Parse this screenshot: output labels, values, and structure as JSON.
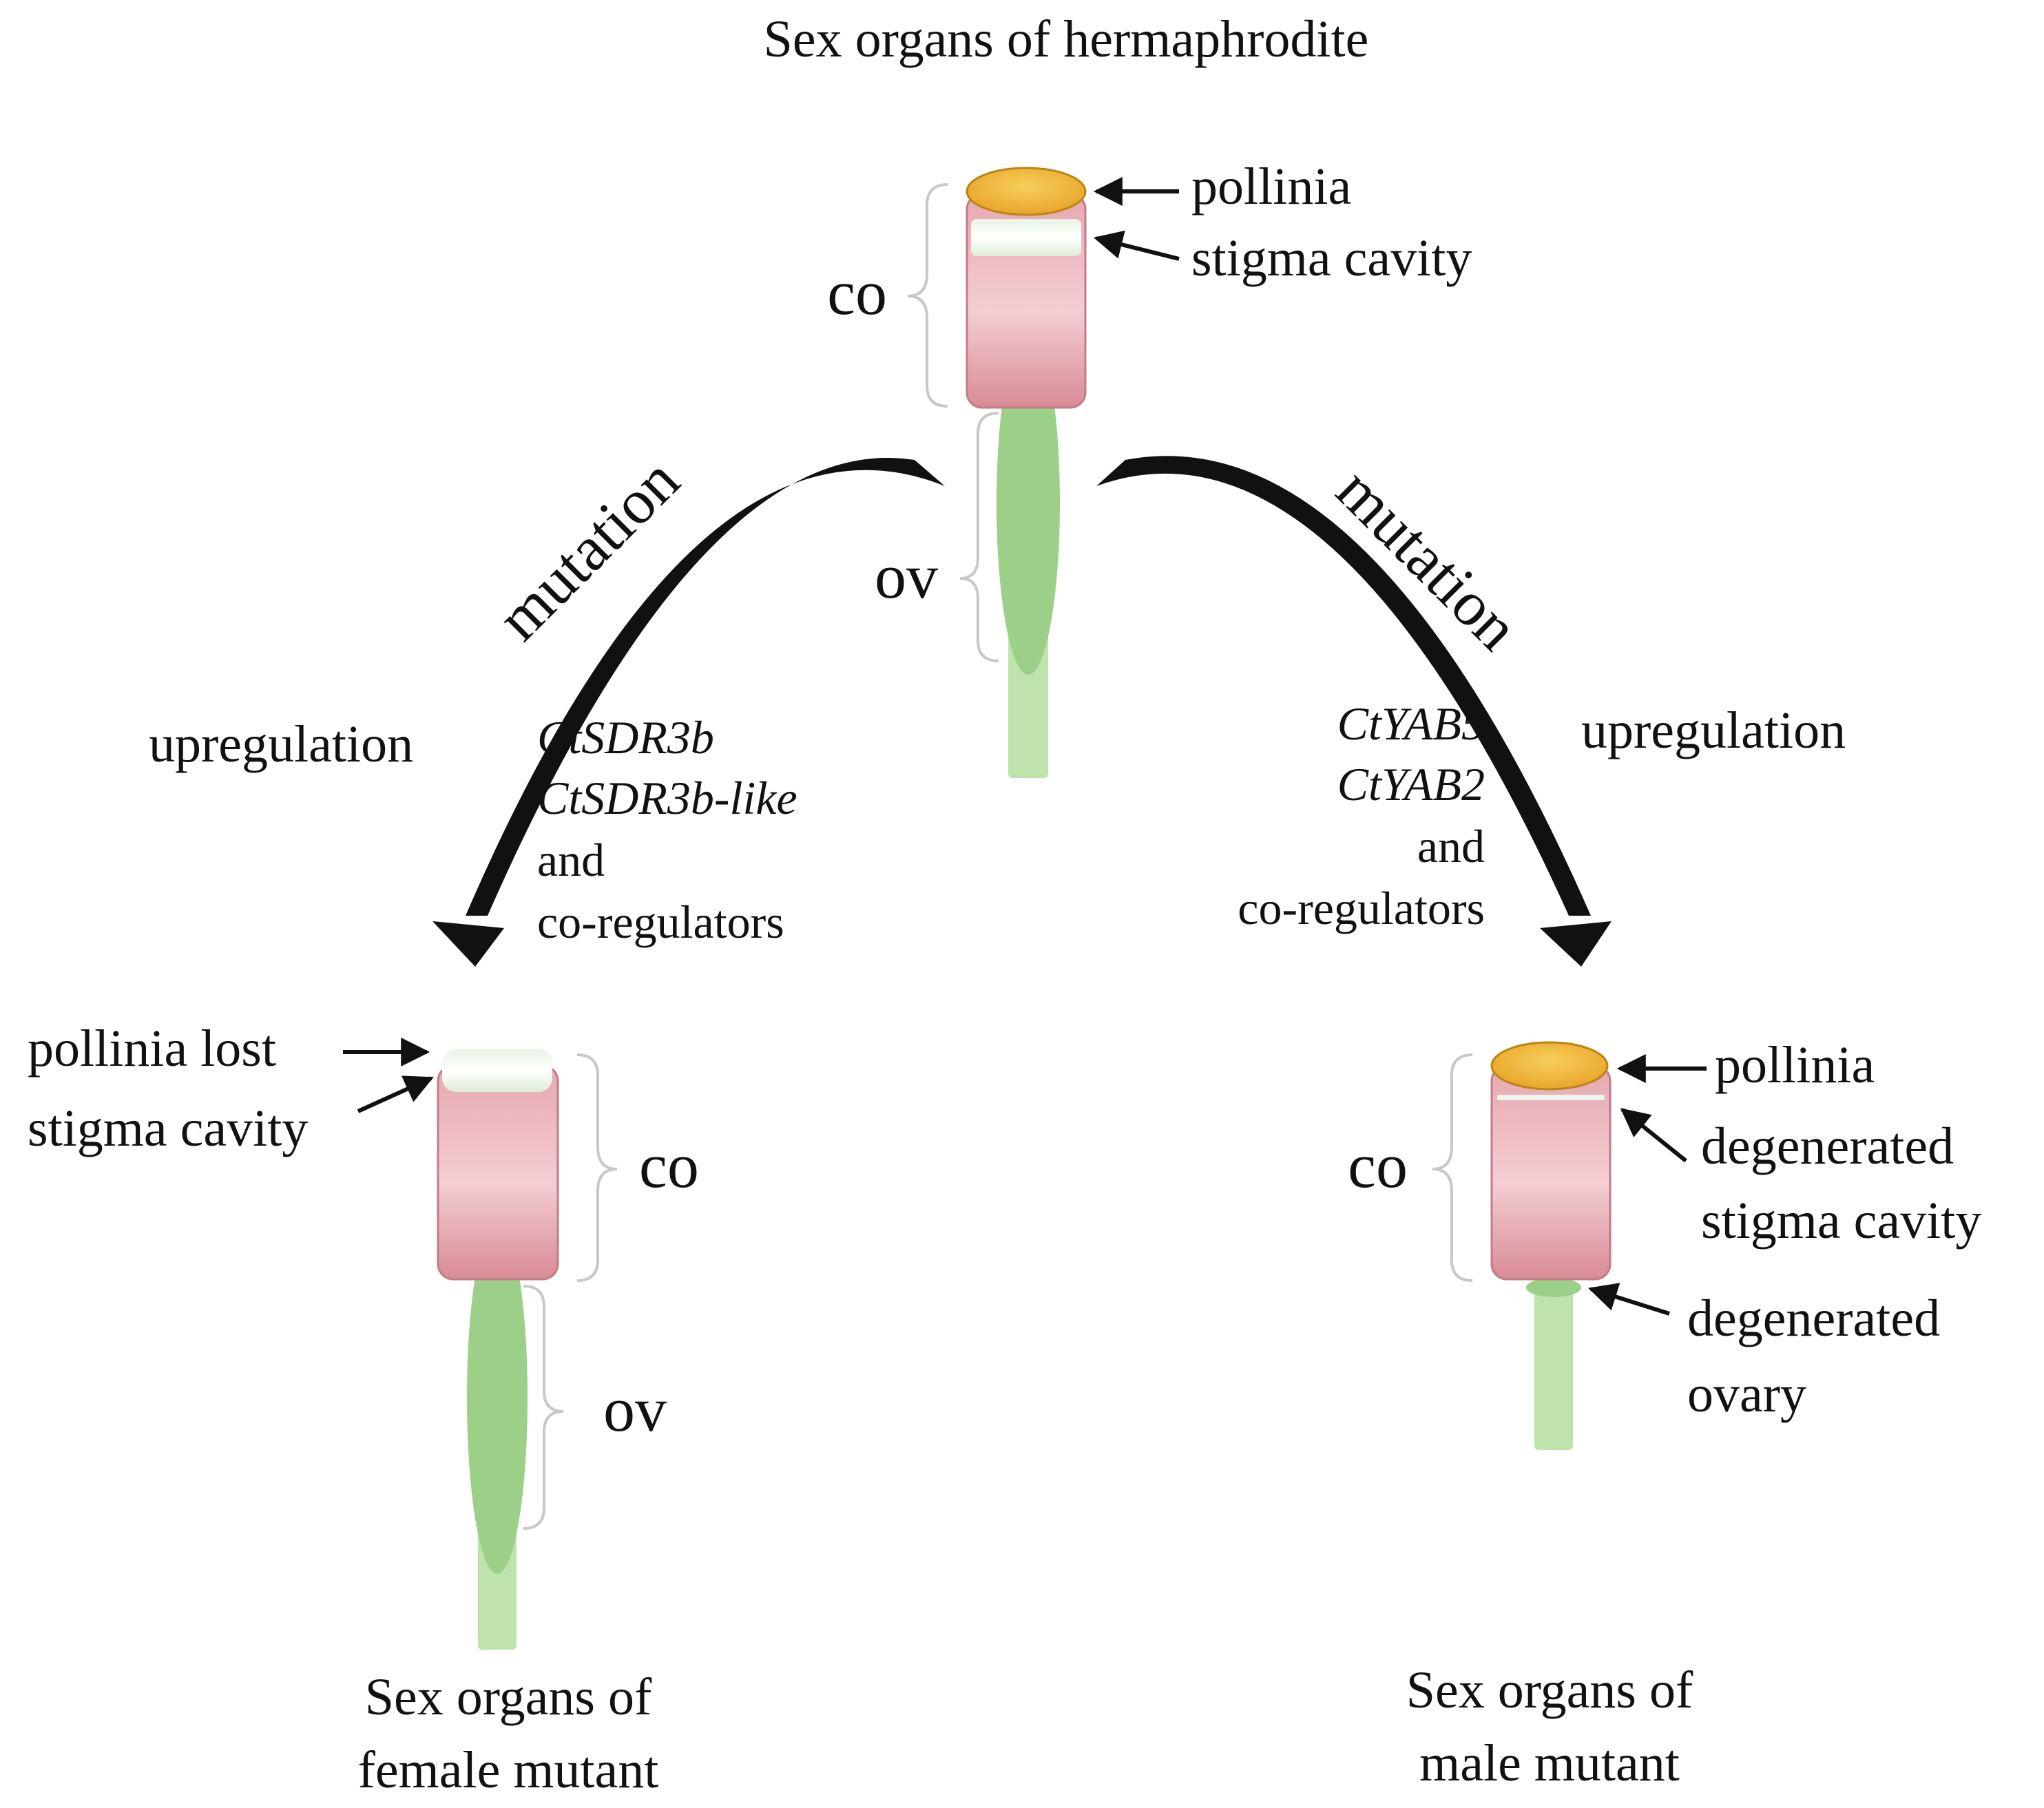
{
  "title": "Sex organs of hermaphrodite",
  "colors": {
    "column_top": "#f3cdd2",
    "column_bottom": "#d98b95",
    "column_stroke": "#c27c86",
    "pollinia": "#f0b43a",
    "pollinia_stroke": "#b98513",
    "stigma_cavity": "#eef5ee",
    "ovary": "#9ccf88",
    "stalk": "#bfe3ad",
    "brace": "#c8c8c8",
    "arrow": "#111111"
  },
  "center": {
    "labels": {
      "pollinia": "pollinia",
      "stigma_cavity": "stigma cavity",
      "co": "co",
      "ov": "ov"
    }
  },
  "left_branch": {
    "mutation": "mutation",
    "upregulation": "upregulation",
    "genes": [
      "CtSDR3b",
      "CtSDR3b-like"
    ],
    "and": "and",
    "coregulators": "co-regulators"
  },
  "right_branch": {
    "mutation": "mutation",
    "upregulation": "upregulation",
    "genes": [
      "CtYAB5",
      "CtYAB2"
    ],
    "and": "and",
    "coregulators": "co-regulators"
  },
  "female": {
    "labels": {
      "pollinia_lost": "pollinia lost",
      "stigma_cavity": "stigma cavity",
      "co": "co",
      "ov": "ov"
    },
    "caption": [
      "Sex organs of",
      "female mutant"
    ]
  },
  "male": {
    "labels": {
      "pollinia": "pollinia",
      "degenerated_stigma": [
        "degenerated",
        "stigma cavity"
      ],
      "degenerated_ovary": [
        "degenerated",
        "ovary"
      ],
      "co": "co"
    },
    "caption": [
      "Sex organs of",
      "male mutant"
    ]
  }
}
